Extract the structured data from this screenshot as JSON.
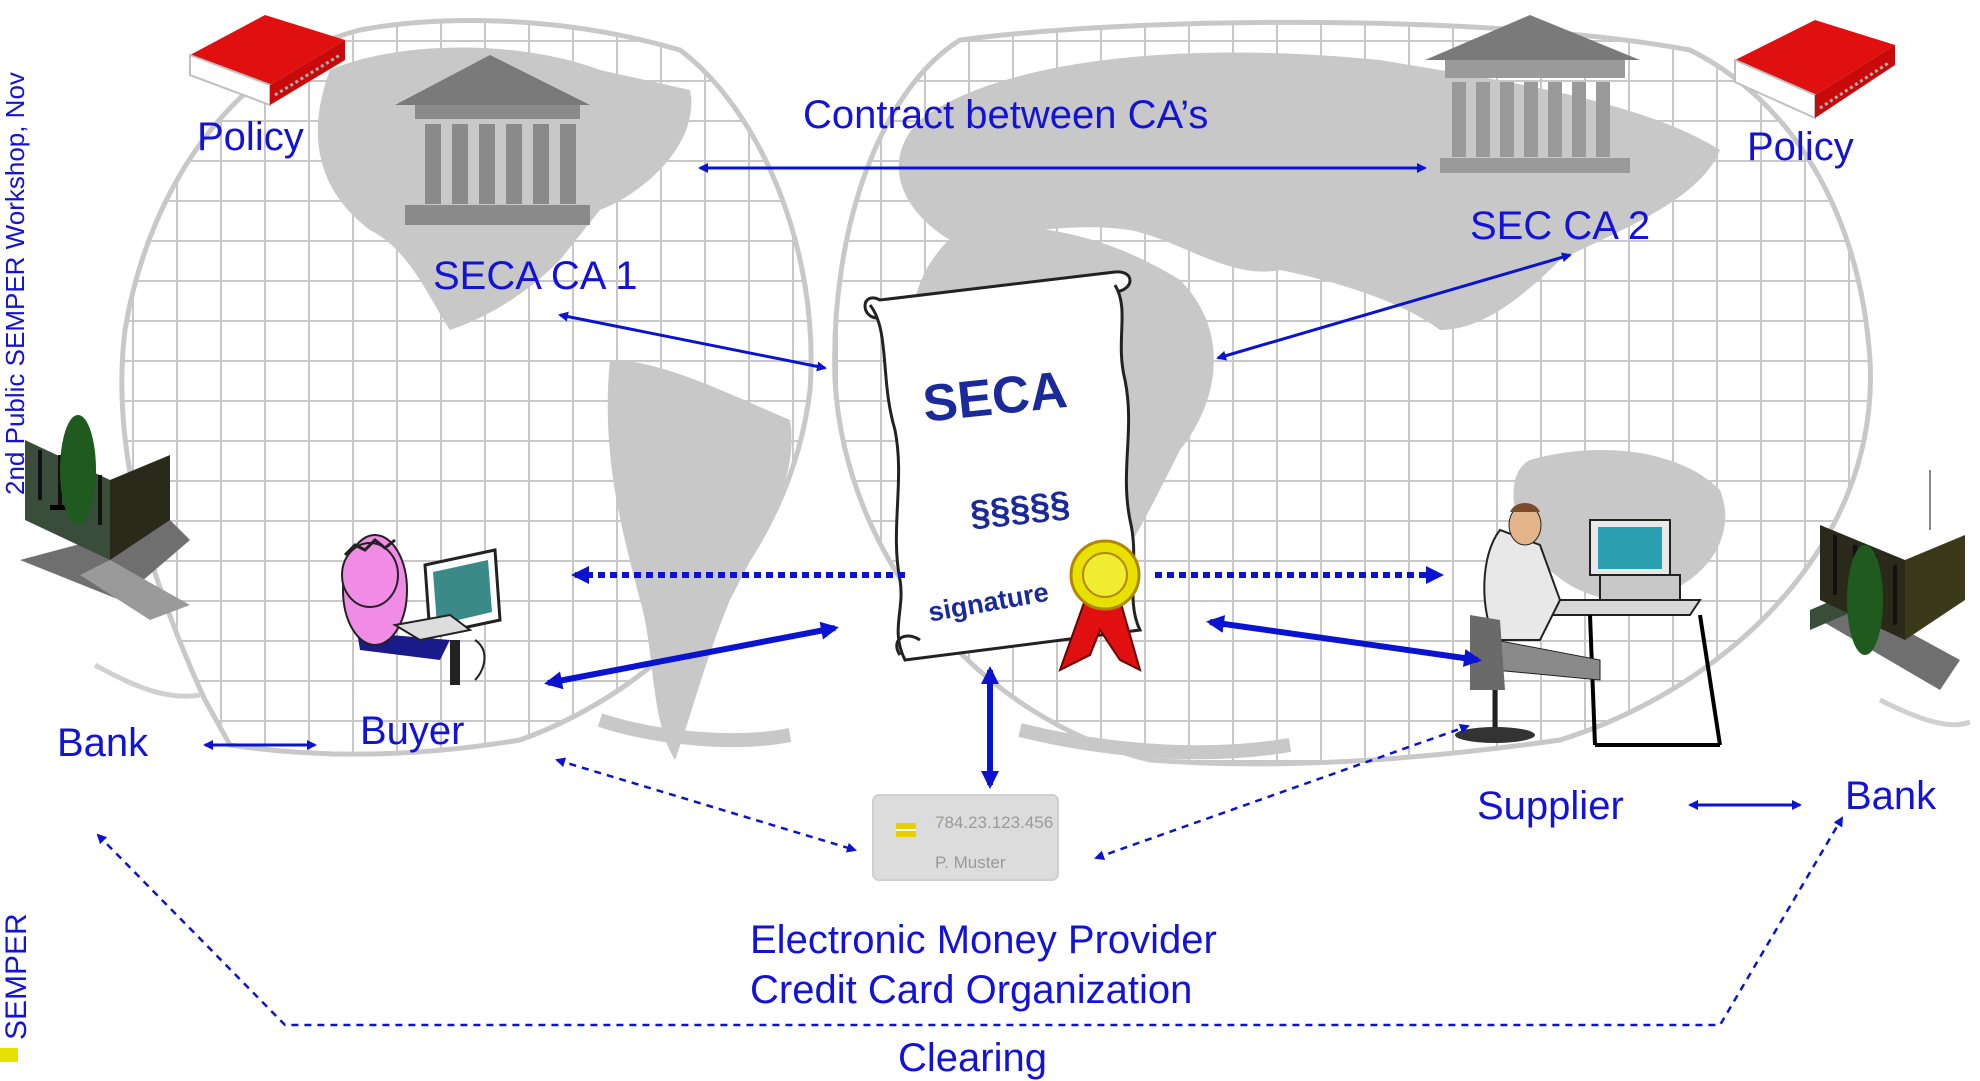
{
  "sidebar": {
    "workshop_text": "2nd Public SEMPER Workshop, Nov",
    "brand_text": "SEMPER"
  },
  "nodes": {
    "policy_left": "Policy",
    "policy_right": "Policy",
    "ca1": "SECA CA 1",
    "ca2": "SEC CA 2",
    "contract": "Contract between CA’s",
    "bank_left": "Bank",
    "bank_right": "Bank",
    "buyer": "Buyer",
    "supplier": "Supplier",
    "provider_line1": "Electronic Money Provider",
    "provider_line2": "Credit Card Organization",
    "clearing": "Clearing"
  },
  "scroll": {
    "title": "SECA",
    "paragraphs": "§§§§§",
    "signature": "signature"
  },
  "card": {
    "number": "784.23.123.456",
    "holder": "P. Muster"
  },
  "colors": {
    "text": "#1313d8",
    "arrow": "#0a14d0",
    "map": "#c8c8c8",
    "book": "#e01010",
    "seal": "#e8e000",
    "ribbon": "#e01010"
  }
}
